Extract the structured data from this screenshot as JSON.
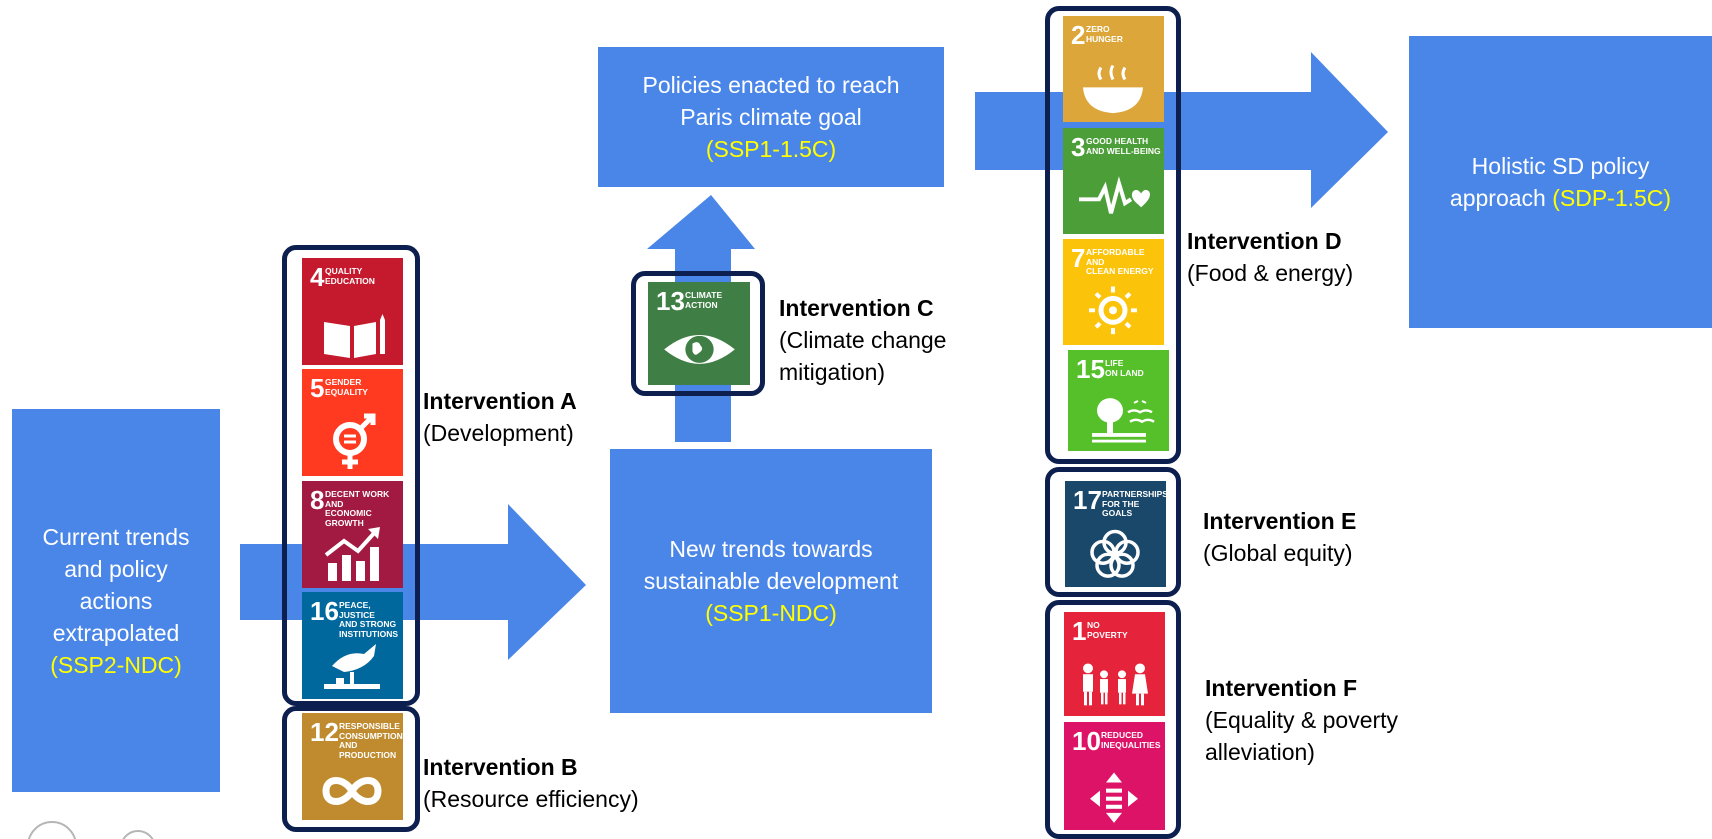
{
  "boxes": {
    "current": {
      "lines": [
        "Current trends",
        "and policy",
        "actions",
        "extrapolated"
      ],
      "highlight": "(SSP2-NDC)"
    },
    "new_trends": {
      "lines": [
        "New trends towards",
        "sustainable development"
      ],
      "highlight": "(SSP1-NDC)"
    },
    "paris": {
      "lines": [
        "Policies enacted to reach",
        "Paris climate goal"
      ],
      "highlight": "(SSP1-1.5C)"
    },
    "holistic": {
      "line1": "Holistic SD policy",
      "line2_prefix": "approach ",
      "highlight": "(SDP-1.5C)"
    }
  },
  "interventions": {
    "a": {
      "title": "Intervention A",
      "desc": [
        "(Development)"
      ]
    },
    "b": {
      "title": "Intervention B",
      "desc": [
        "(Resource efficiency)"
      ]
    },
    "c": {
      "title": "Intervention C",
      "desc": [
        "(Climate change",
        "mitigation)"
      ]
    },
    "d": {
      "title": "Intervention D",
      "desc": [
        "(Food & energy)"
      ]
    },
    "e": {
      "title": "Intervention E",
      "desc": [
        "(Global equity)"
      ]
    },
    "f": {
      "title": "Intervention F",
      "desc": [
        "(Equality & poverty",
        "alleviation)"
      ]
    }
  },
  "sdgs": [
    {
      "key": "g4",
      "num": "4",
      "caption": "Quality\nEducation",
      "color": "#c5192d",
      "icon": "book-icon"
    },
    {
      "key": "g5",
      "num": "5",
      "caption": "Gender\nEquality",
      "color": "#ff3a21",
      "icon": "gender-icon"
    },
    {
      "key": "g8",
      "num": "8",
      "caption": "Decent work and\neconomic growth",
      "color": "#a21942",
      "icon": "growth-chart-icon"
    },
    {
      "key": "g16",
      "num": "16",
      "caption": "Peace, justice\nand strong\ninstitutions",
      "color": "#00689d",
      "icon": "dove-icon"
    },
    {
      "key": "g12",
      "num": "12",
      "caption": "Responsible\nconsumption\nand production",
      "color": "#bf8b2e",
      "icon": "infinity-icon"
    },
    {
      "key": "g13",
      "num": "13",
      "caption": "Climate\naction",
      "color": "#3f7e44",
      "icon": "eye-globe-icon"
    },
    {
      "key": "g2",
      "num": "2",
      "caption": "Zero\nhunger",
      "color": "#dda63a",
      "icon": "bowl-icon"
    },
    {
      "key": "g3",
      "num": "3",
      "caption": "Good health\nand well-being",
      "color": "#4c9f38",
      "icon": "heartbeat-icon"
    },
    {
      "key": "g7",
      "num": "7",
      "caption": "Affordable and\nclean energy",
      "color": "#fcc30b",
      "icon": "sun-icon"
    },
    {
      "key": "g15",
      "num": "15",
      "caption": "Life\non land",
      "color": "#56c02b",
      "icon": "tree-icon"
    },
    {
      "key": "g17",
      "num": "17",
      "caption": "Partnerships\nfor the goals",
      "color": "#19486a",
      "icon": "rings-icon"
    },
    {
      "key": "g1",
      "num": "1",
      "caption": "No\npoverty",
      "color": "#e5243b",
      "icon": "family-icon"
    },
    {
      "key": "g10",
      "num": "10",
      "caption": "Reduced\ninequalities",
      "color": "#dd1367",
      "icon": "equality-icon"
    }
  ],
  "colors": {
    "box": "#4a86e8",
    "highlight": "#ffff00",
    "frame": "#0d1f4e"
  }
}
